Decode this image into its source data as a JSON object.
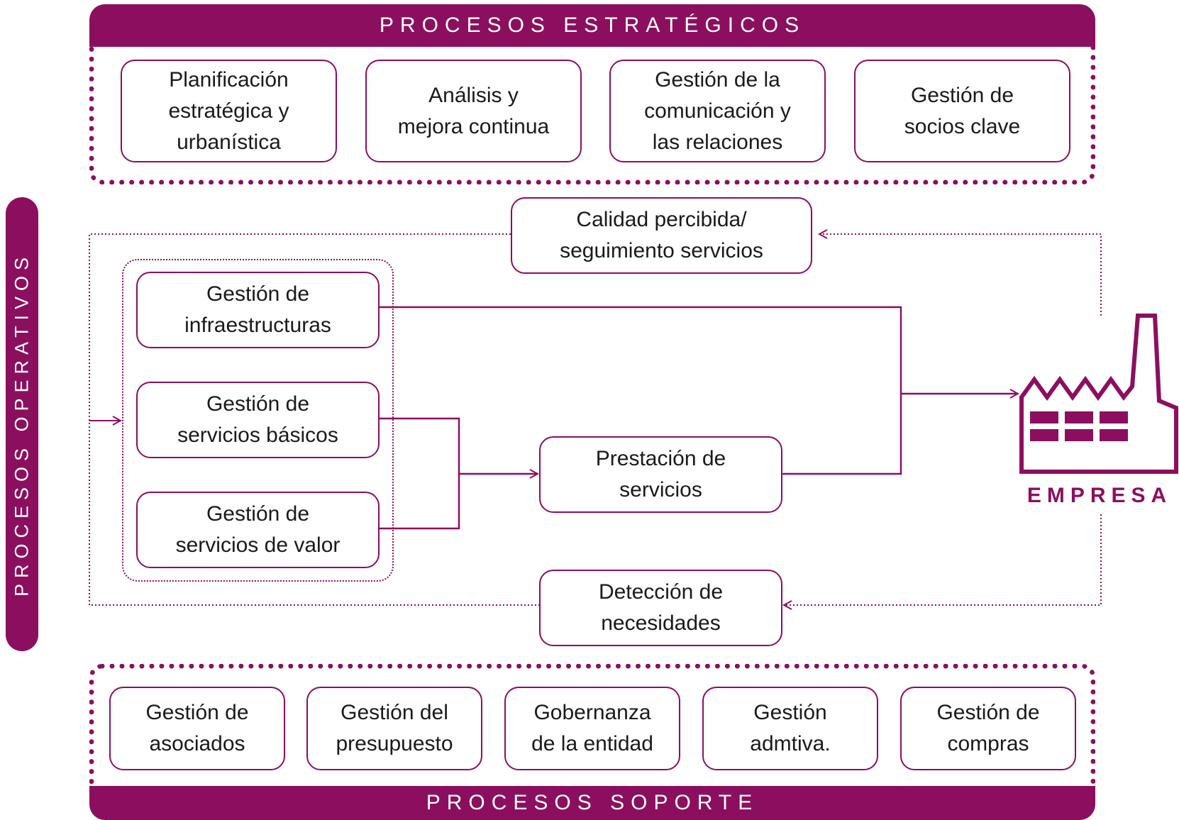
{
  "strategic": {
    "title": "PROCESOS ESTRATÉGICOS",
    "items": [
      {
        "lines": [
          "Planificación",
          "estratégica y",
          "urbanística"
        ]
      },
      {
        "lines": [
          "Análisis y",
          "mejora continua"
        ]
      },
      {
        "lines": [
          "Gestión de la",
          "comunicación y",
          "las relaciones"
        ]
      },
      {
        "lines": [
          "Gestión de",
          "socios clave"
        ]
      }
    ]
  },
  "operative": {
    "title": "PROCESOS OPERATIVOS",
    "quality": {
      "lines": [
        "Calidad percibida/",
        "seguimiento servicios"
      ]
    },
    "management": [
      {
        "lines": [
          "Gestión de",
          "infraestructuras"
        ]
      },
      {
        "lines": [
          "Gestión de",
          "servicios básicos"
        ]
      },
      {
        "lines": [
          "Gestión de",
          "servicios de valor"
        ]
      }
    ],
    "delivery": {
      "lines": [
        "Prestación de",
        "servicios"
      ]
    },
    "detection": {
      "lines": [
        "Detección de",
        "necesidades"
      ]
    },
    "company": {
      "label": "EMPRESA",
      "icon": "factory-icon"
    }
  },
  "support": {
    "title": "PROCESOS SOPORTE",
    "items": [
      {
        "lines": [
          "Gestión de",
          "asociados"
        ]
      },
      {
        "lines": [
          "Gestión del",
          "presupuesto"
        ]
      },
      {
        "lines": [
          "Gobernanza",
          "de la entidad"
        ]
      },
      {
        "lines": [
          "Gestión",
          "admtiva."
        ]
      },
      {
        "lines": [
          "Gestión de",
          "compras"
        ]
      }
    ]
  },
  "colors": {
    "accent": "#8c0f5f",
    "text": "#1a1a1a",
    "background": "#ffffff"
  }
}
